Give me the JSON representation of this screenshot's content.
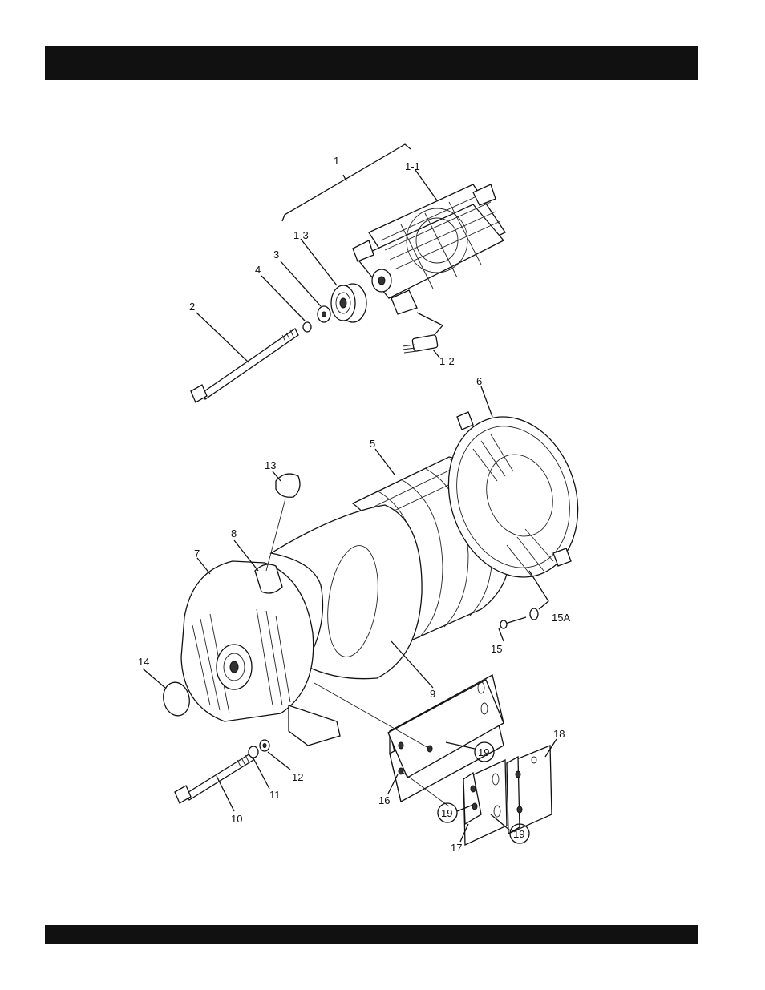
{
  "header": {
    "title": ""
  },
  "footer": {
    "text": ""
  },
  "diagram": {
    "labels": {
      "p1": "1",
      "p1_1": "1-1",
      "p1_2": "1-2",
      "p1_3": "1-3",
      "p2": "2",
      "p3": "3",
      "p4": "4",
      "p5": "5",
      "p6": "6",
      "p7": "7",
      "p8": "8",
      "p9": "9",
      "p10": "10",
      "p11": "11",
      "p12": "12",
      "p13": "13",
      "p14": "14",
      "p15": "15",
      "p15a": "15A",
      "p16": "16",
      "p17": "17",
      "p18": "18",
      "p19a": "19",
      "p19b": "19",
      "p19c": "19"
    }
  }
}
